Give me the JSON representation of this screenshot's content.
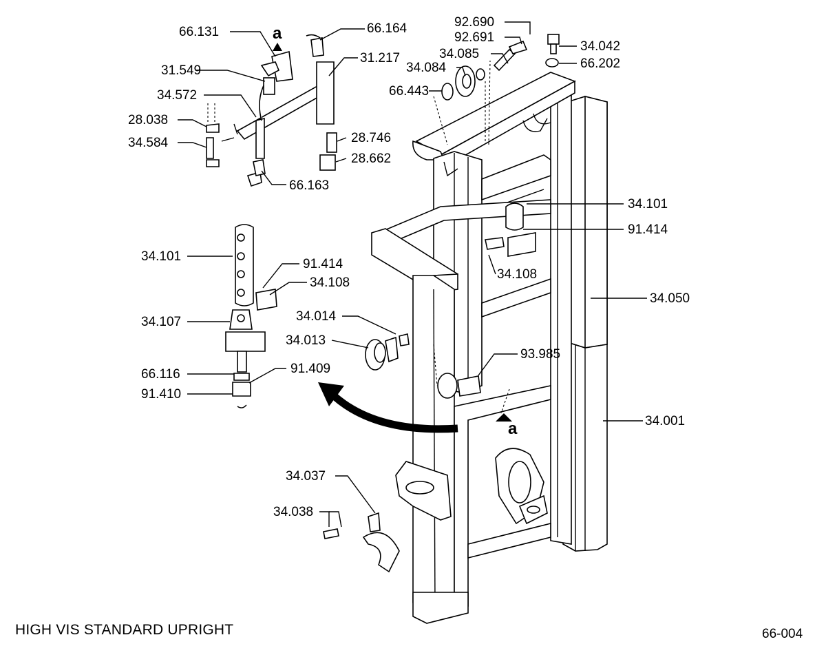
{
  "title": "HIGH VIS STANDARD UPRIGHT",
  "figure_code": "66-004",
  "view_marker": "a",
  "labels": {
    "p66131": "66.131",
    "p66164": "66.164",
    "p31217": "31.217",
    "p31549": "31.549",
    "p34572": "34.572",
    "p28038": "28.038",
    "p34584": "34.584",
    "p28746": "28.746",
    "p28662": "28.662",
    "p66163": "66.163",
    "p92690": "92.690",
    "p92691": "92.691",
    "p34085": "34.085",
    "p34084": "34.084",
    "p66443": "66.443",
    "p34042": "34.042",
    "p66202": "66.202",
    "p34101a": "34.101",
    "p91414a": "91.414",
    "p34108a": "34.108",
    "p34050": "34.050",
    "p34101b": "34.101",
    "p91414b": "91.414",
    "p34108b": "34.108",
    "p34107": "34.107",
    "p34014": "34.014",
    "p34013": "34.013",
    "p93985": "93.985",
    "p66116": "66.116",
    "p91409": "91.409",
    "p91410": "91.410",
    "p34001": "34.001",
    "p34037": "34.037",
    "p34038": "34.038"
  }
}
